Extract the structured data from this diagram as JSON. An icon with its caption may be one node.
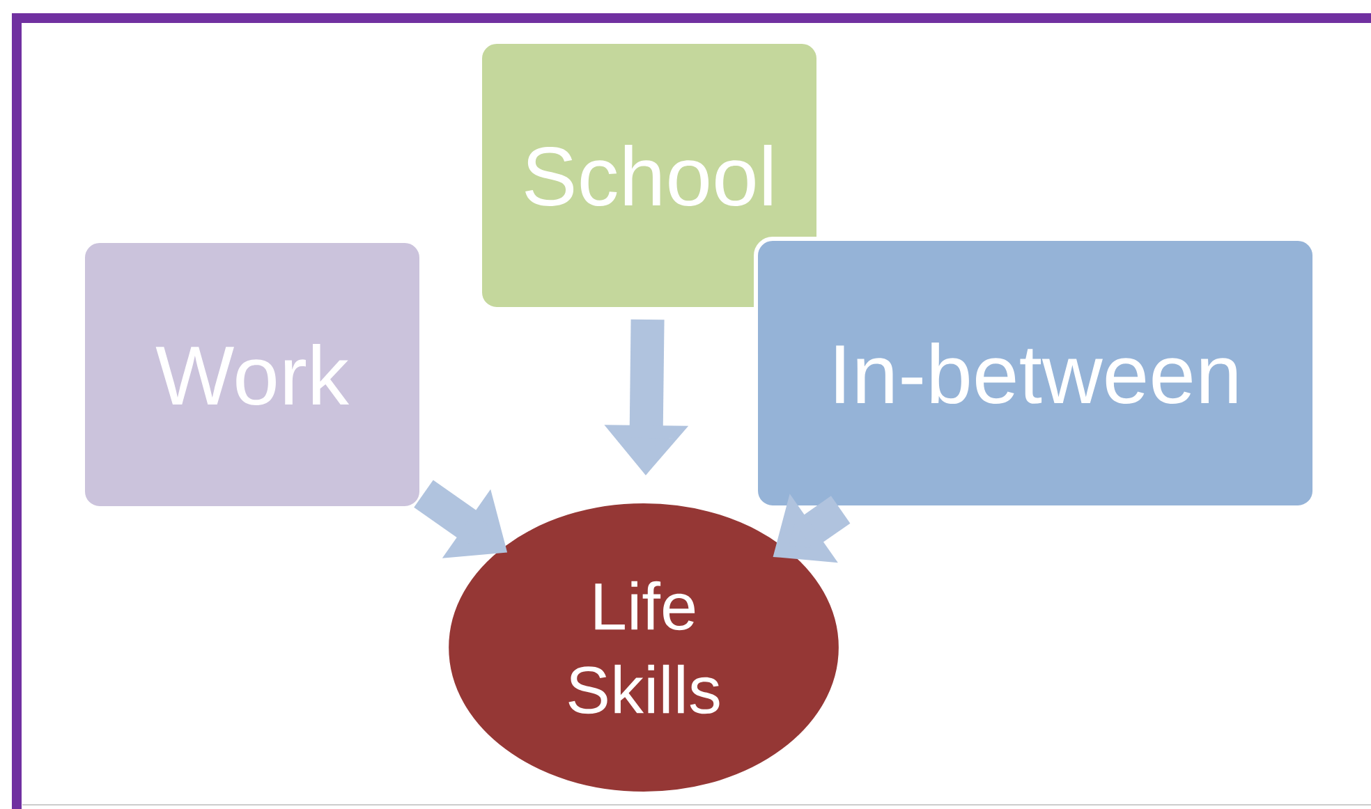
{
  "diagram": {
    "nodes": [
      {
        "text": [
          "Work"
        ]
      },
      {
        "text": [
          "School"
        ]
      },
      {
        "text": [
          "In-between"
        ]
      },
      {
        "text": [
          "Life Skills"
        ]
      }
    ],
    "edges": [
      {
        "from": 0,
        "to": 3,
        "arrow": "to"
      },
      {
        "from": 1,
        "to": 3,
        "arrow": "to"
      },
      {
        "from": 2,
        "to": 3,
        "arrow": "to"
      }
    ]
  }
}
